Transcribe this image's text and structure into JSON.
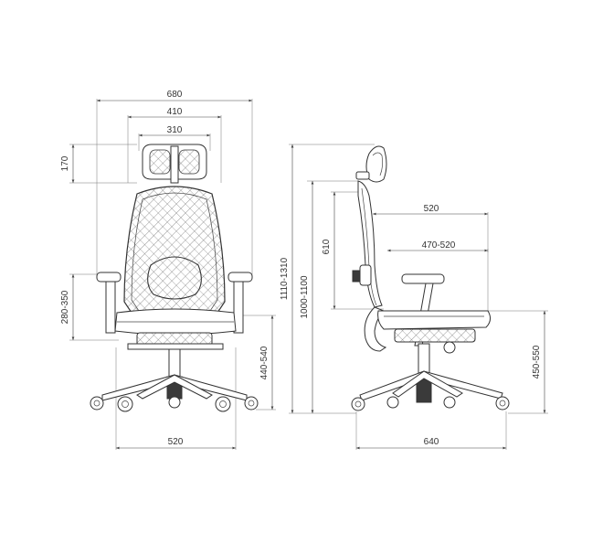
{
  "front_view": {
    "overall_width": "680",
    "backrest_width": "410",
    "headrest_width": "310",
    "headrest_adjust": "170",
    "armrest_adjust": "280-350",
    "seat_height": "440-540",
    "base_width": "520"
  },
  "side_view": {
    "overall_height": "1110-1310",
    "back_height": "1000-1100",
    "back_inner_height": "610",
    "seat_depth": "520",
    "seat_depth_adjust": "470-520",
    "seat_height": "450-550",
    "base_depth": "640"
  }
}
